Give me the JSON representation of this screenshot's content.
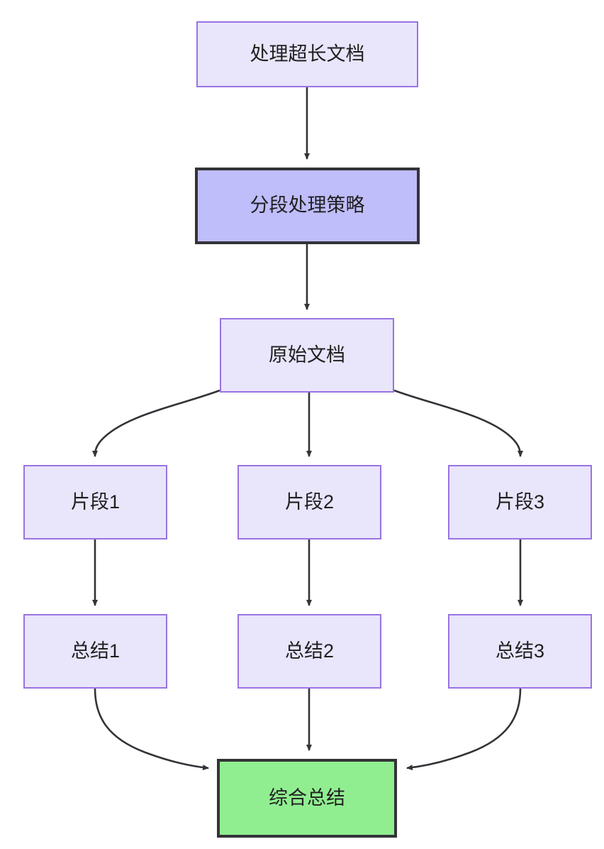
{
  "diagram": {
    "type": "flowchart",
    "direction": "top-down",
    "background_color": "#ffffff",
    "nodes": [
      {
        "id": "doc",
        "label": "处理超长文档",
        "style": "normal",
        "fill": "#e9e5fb",
        "stroke": "#9a73e3"
      },
      {
        "id": "strategy",
        "label": "分段处理策略",
        "style": "highlight",
        "fill": "#bfbdfa",
        "stroke": "#333338"
      },
      {
        "id": "source",
        "label": "原始文档",
        "style": "normal",
        "fill": "#e9e5fb",
        "stroke": "#9a73e3"
      },
      {
        "id": "chunk1",
        "label": "片段1",
        "style": "normal",
        "fill": "#e9e5fb",
        "stroke": "#9a73e3"
      },
      {
        "id": "chunk2",
        "label": "片段2",
        "style": "normal",
        "fill": "#e9e5fb",
        "stroke": "#9a73e3"
      },
      {
        "id": "chunk3",
        "label": "片段3",
        "style": "normal",
        "fill": "#e9e5fb",
        "stroke": "#9a73e3"
      },
      {
        "id": "summary1",
        "label": "总结1",
        "style": "normal",
        "fill": "#e9e5fb",
        "stroke": "#9a73e3"
      },
      {
        "id": "summary2",
        "label": "总结2",
        "style": "normal",
        "fill": "#e9e5fb",
        "stroke": "#9a73e3"
      },
      {
        "id": "summary3",
        "label": "总结3",
        "style": "normal",
        "fill": "#e9e5fb",
        "stroke": "#9a73e3"
      },
      {
        "id": "final",
        "label": "综合总结",
        "style": "final",
        "fill": "#90ee90",
        "stroke": "#333338"
      }
    ],
    "edges": [
      {
        "from": "doc",
        "to": "strategy",
        "shape": "straight"
      },
      {
        "from": "strategy",
        "to": "source",
        "shape": "straight"
      },
      {
        "from": "source",
        "to": "chunk1",
        "shape": "curve-left"
      },
      {
        "from": "source",
        "to": "chunk2",
        "shape": "straight"
      },
      {
        "from": "source",
        "to": "chunk3",
        "shape": "curve-right"
      },
      {
        "from": "chunk1",
        "to": "summary1",
        "shape": "straight"
      },
      {
        "from": "chunk2",
        "to": "summary2",
        "shape": "straight"
      },
      {
        "from": "chunk3",
        "to": "summary3",
        "shape": "straight"
      },
      {
        "from": "summary1",
        "to": "final",
        "shape": "curve-right"
      },
      {
        "from": "summary2",
        "to": "final",
        "shape": "straight"
      },
      {
        "from": "summary3",
        "to": "final",
        "shape": "curve-left"
      }
    ],
    "edge_color": "#333338"
  }
}
